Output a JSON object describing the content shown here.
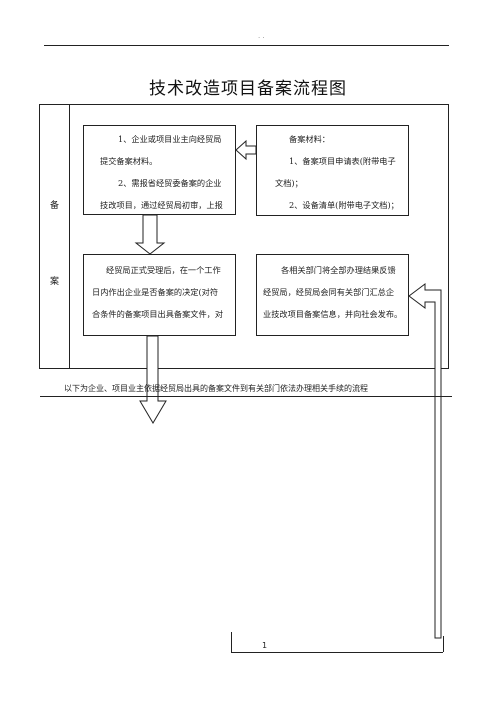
{
  "header": {
    "dots": ". ."
  },
  "title": "技术改造项目备案流程图",
  "side_label": [
    "备",
    "案"
  ],
  "boxes": {
    "top_left": [
      "1、企业或项目业主向经贸局",
      "提交备案材料。",
      "2、需报省经贸委备案的企业",
      "技改项目，通过经贸局初审，上报"
    ],
    "top_right": [
      "备案材料：",
      "1、备案项目申请表(附带电子",
      "文档)；",
      "2、设备清单(附带电子文档)；"
    ],
    "bottom_left": [
      "经贸局正式受理后，在一个工作",
      "日内作出企业是否备案的决定(对符",
      "合条件的备案项目出具备案文件，对"
    ],
    "bottom_right": [
      "各相关部门将全部办理结果反馈",
      "经贸局，经贸局会同有关部门汇总企",
      "业技改项目备案信息，并向社会发布。"
    ]
  },
  "footer_note": "以下为企业、项目业主依据经贸局出具的备案文件到有关部门依法办理相关手续的流程",
  "page_number": "1"
}
